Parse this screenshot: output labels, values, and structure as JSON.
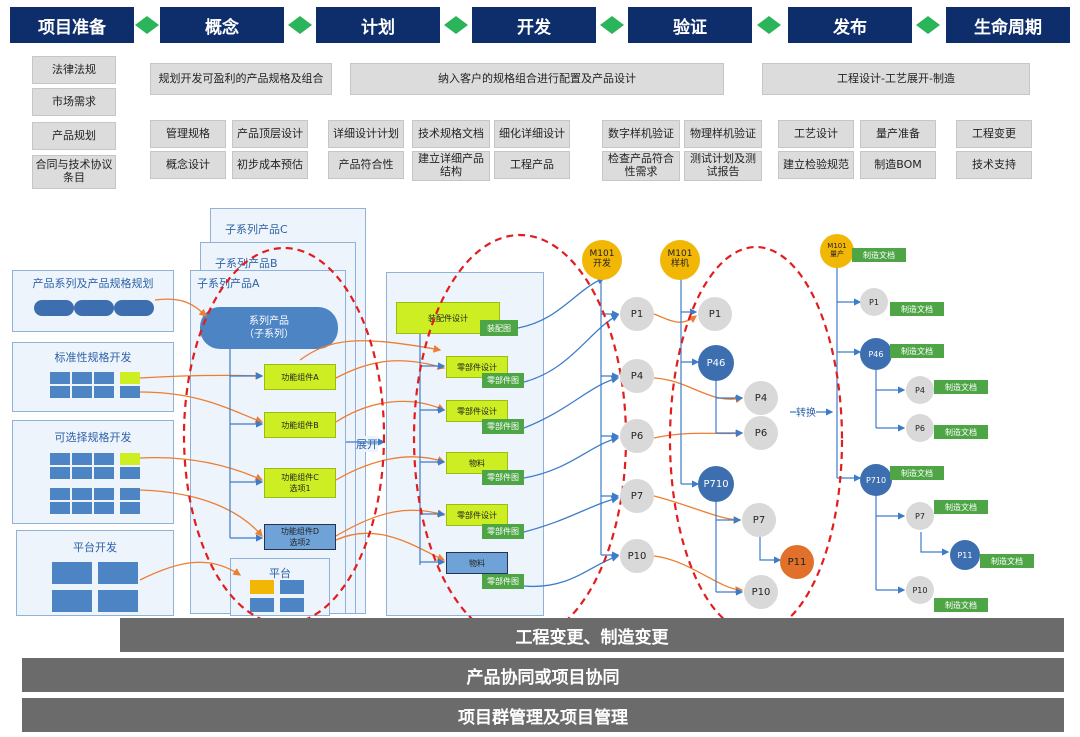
{
  "phases": [
    "项目准备",
    "概念",
    "计划",
    "开发",
    "验证",
    "发布",
    "生命周期"
  ],
  "prep_items": [
    "法律法规",
    "市场需求",
    "产品规划",
    "合同与技术协议条目"
  ],
  "wide_bands": [
    "规划开发可盈利的产品规格及组合",
    "纳入客户的规格组合进行配置及产品设计",
    "工程设计-工艺展开-制造"
  ],
  "tasks": {
    "concept": [
      "管理规格",
      "概念设计",
      "产品顶层设计",
      "初步成本预估"
    ],
    "plan": [
      "详细设计计划",
      "产品符合性"
    ],
    "dev": [
      "技术规格文档",
      "建立详细产品结构",
      "细化详细设计",
      "工程产品"
    ],
    "verify": [
      "数字样机验证",
      "检查产品符合性需求",
      "物理样机验证",
      "测试计划及测试报告"
    ],
    "release": [
      "工艺设计",
      "建立检验规范",
      "量产准备",
      "制造BOM"
    ],
    "lifecycle": [
      "工程变更",
      "技术支持"
    ]
  },
  "left_panels": {
    "family": "产品系列及产品规格规划",
    "standard": "标准性规格开发",
    "optional": "可选择规格开发",
    "platform": "平台开发"
  },
  "sub_series": [
    "子系列产品C",
    "子系列产品B",
    "子系列产品A"
  ],
  "series_product": "系列产品\n（子系列）",
  "func_groups": [
    "功能组件A",
    "功能组件B",
    "功能组件C\n选项1",
    "功能组件D\n选项2"
  ],
  "platform_label": "平台",
  "expand_label": "展开",
  "structure": {
    "assembly": "装配件设计",
    "assembly_tag": "装配图",
    "items": [
      "零部件设计",
      "零部件设计",
      "物料",
      "零部件设计",
      "物料"
    ],
    "item_tag": "零部件图"
  },
  "milestones": {
    "dev": "M101\n开发",
    "proto": "M101\n样机",
    "mass": "M101\n量产"
  },
  "dev_nodes": [
    "P1",
    "P4",
    "P6",
    "P7",
    "P10"
  ],
  "proto_nodes": {
    "p1": "P1",
    "p46": "P46",
    "p4": "P4",
    "p6": "P6",
    "p710": "P710",
    "p7": "P7",
    "p11": "P11",
    "p10": "P10"
  },
  "convert_label": "转换",
  "mfg_nodes": {
    "p1": "P1",
    "p46": "P46",
    "p4": "P4",
    "p6": "P6",
    "p710": "P710",
    "p7": "P7",
    "p11": "P11",
    "p10": "P10"
  },
  "mfg_doc": "制造文档",
  "bottom_bars": [
    "工程变更、制造变更",
    "产品协同或项目协同",
    "项目群管理及项目管理"
  ],
  "colors": {
    "phase": "#0e2e6b",
    "diamond": "#2bb55a",
    "gray_node": "#d9d9d9",
    "blue_node": "#3d6fb0",
    "gold_node": "#f2b705",
    "orange_node": "#e0702a",
    "accent": "#ccee22",
    "tag": "#4ea546"
  }
}
